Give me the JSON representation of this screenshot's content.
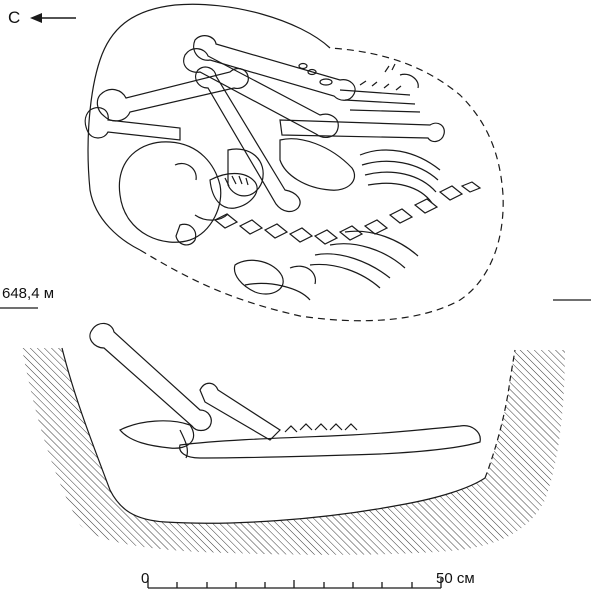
{
  "north_label": "С",
  "elevation_label": "648,4 м",
  "scale": {
    "start_label": "0",
    "end_label": "50 см",
    "ticks": 11
  },
  "colors": {
    "line": "#1a1a1a",
    "hatch": "#3a3a3a",
    "background": "#ffffff"
  }
}
